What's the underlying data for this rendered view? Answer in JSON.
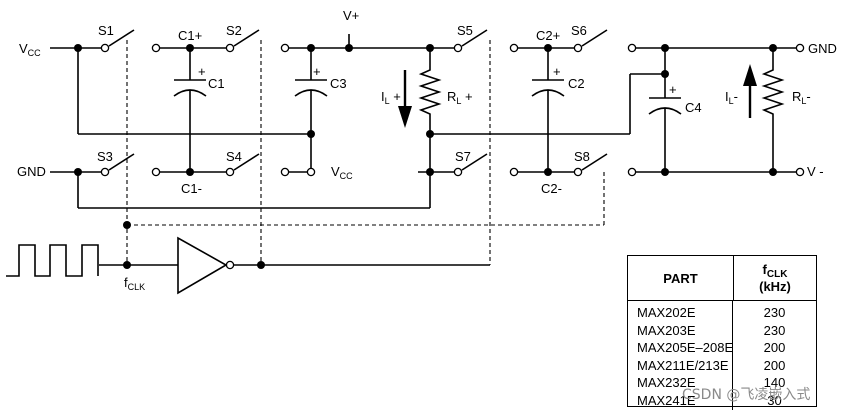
{
  "schematic": {
    "switches": [
      "S1",
      "S2",
      "S3",
      "S4",
      "S5",
      "S6",
      "S7",
      "S8"
    ],
    "caps": [
      "C1",
      "C2",
      "C3",
      "C4"
    ],
    "cap_plus": "+",
    "nodes": {
      "c1_plus": "C1+",
      "c1_minus": "C1-",
      "c2_plus": "C2+",
      "c2_minus": "C2-",
      "vplus": "V+",
      "vminus": "V -"
    },
    "vcc_left": {
      "main": "V",
      "sub": "CC"
    },
    "vcc_mid": {
      "main": "V",
      "sub": "CC"
    },
    "gnd_left": "GND",
    "gnd_right": "GND",
    "fclk": {
      "main": "f",
      "sub": "CLK"
    },
    "il_plus": {
      "main": "I",
      "sub": "L",
      "suffix": " +"
    },
    "rl_plus": {
      "main": "R",
      "sub": "L",
      "suffix": " +"
    },
    "il_minus": {
      "main": "I",
      "sub": "L",
      "suffix": "-"
    },
    "rl_minus": {
      "main": "R",
      "sub": "L",
      "suffix": "-"
    }
  },
  "table": {
    "header_part": "PART",
    "header_freq_main": "f",
    "header_freq_sub": "CLK",
    "header_freq_unit": "(kHz)",
    "rows": [
      {
        "part": "MAX202E",
        "freq": "230"
      },
      {
        "part": "MAX203E",
        "freq": "230"
      },
      {
        "part": "MAX205E–208E",
        "freq": "200"
      },
      {
        "part": "MAX211E/213E",
        "freq": "200"
      },
      {
        "part": "MAX232E",
        "freq": "140"
      },
      {
        "part": "MAX241E",
        "freq": "30"
      }
    ]
  },
  "watermark": "CSDN @飞凌嵌入式"
}
